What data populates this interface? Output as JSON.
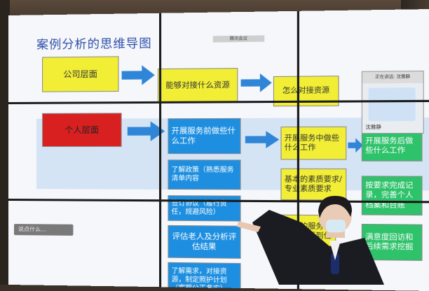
{
  "slide": {
    "title": "案例分析的思维导图",
    "company_level": "公司层面",
    "company_what": "能够对接什么资源",
    "company_how": "怎么对接资源",
    "personal_level": "个人层面",
    "before_service": "开展服务前做些什么工作",
    "during_service": "开展服务中做些什么工作",
    "after_service": "开展服务后做些什么工作",
    "policy": "了解政策（熟悉服务清单内容",
    "agreement": "签订协议（履行责任，规避风险）",
    "evaluate": "评估老人及分析评估结果",
    "needs": "了解需求，对接资源，制定照护计划（客观公正务实）",
    "quality": "基本的素质要求/专业素质要求",
    "records": "按要求完成记录，完善个人档案和台账",
    "docking": "对接的服务项目源是否到位",
    "satisfaction": "满意度回访和后续需求挖掘"
  },
  "overlay": {
    "chat_chip": "说点什么...",
    "meeting_bar": "腾讯会议",
    "video_name": "沈雅静",
    "video_header": "正在讲话: 沈雅静"
  }
}
